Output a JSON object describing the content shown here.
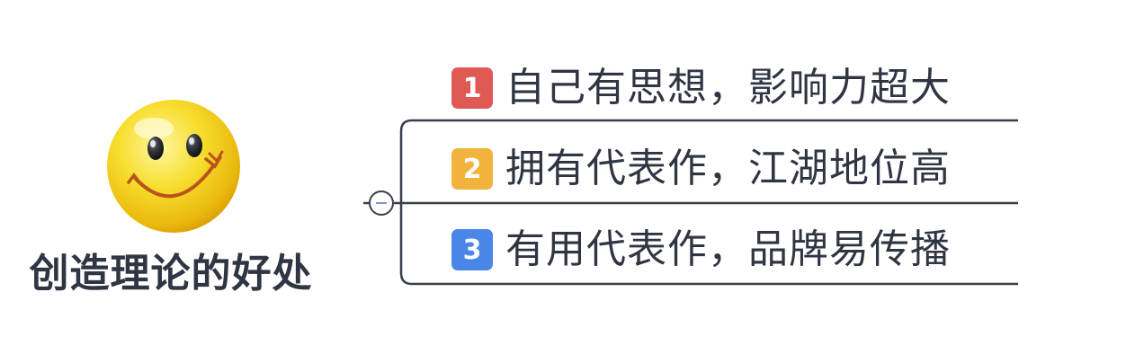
{
  "central_topic": {
    "title": "创造理论的好处",
    "icon": "smiley-face-icon"
  },
  "branches": [
    {
      "number": "1",
      "label": "自己有思想，影响力超大",
      "badge_color": "#e05a55"
    },
    {
      "number": "2",
      "label": "拥有代表作，江湖地位高",
      "badge_color": "#f2b33d"
    },
    {
      "number": "3",
      "label": "有用代表作，品牌易传播",
      "badge_color": "#4a86e8"
    }
  ],
  "colors": {
    "line": "#3a3f4a",
    "text": "#2f3542"
  }
}
